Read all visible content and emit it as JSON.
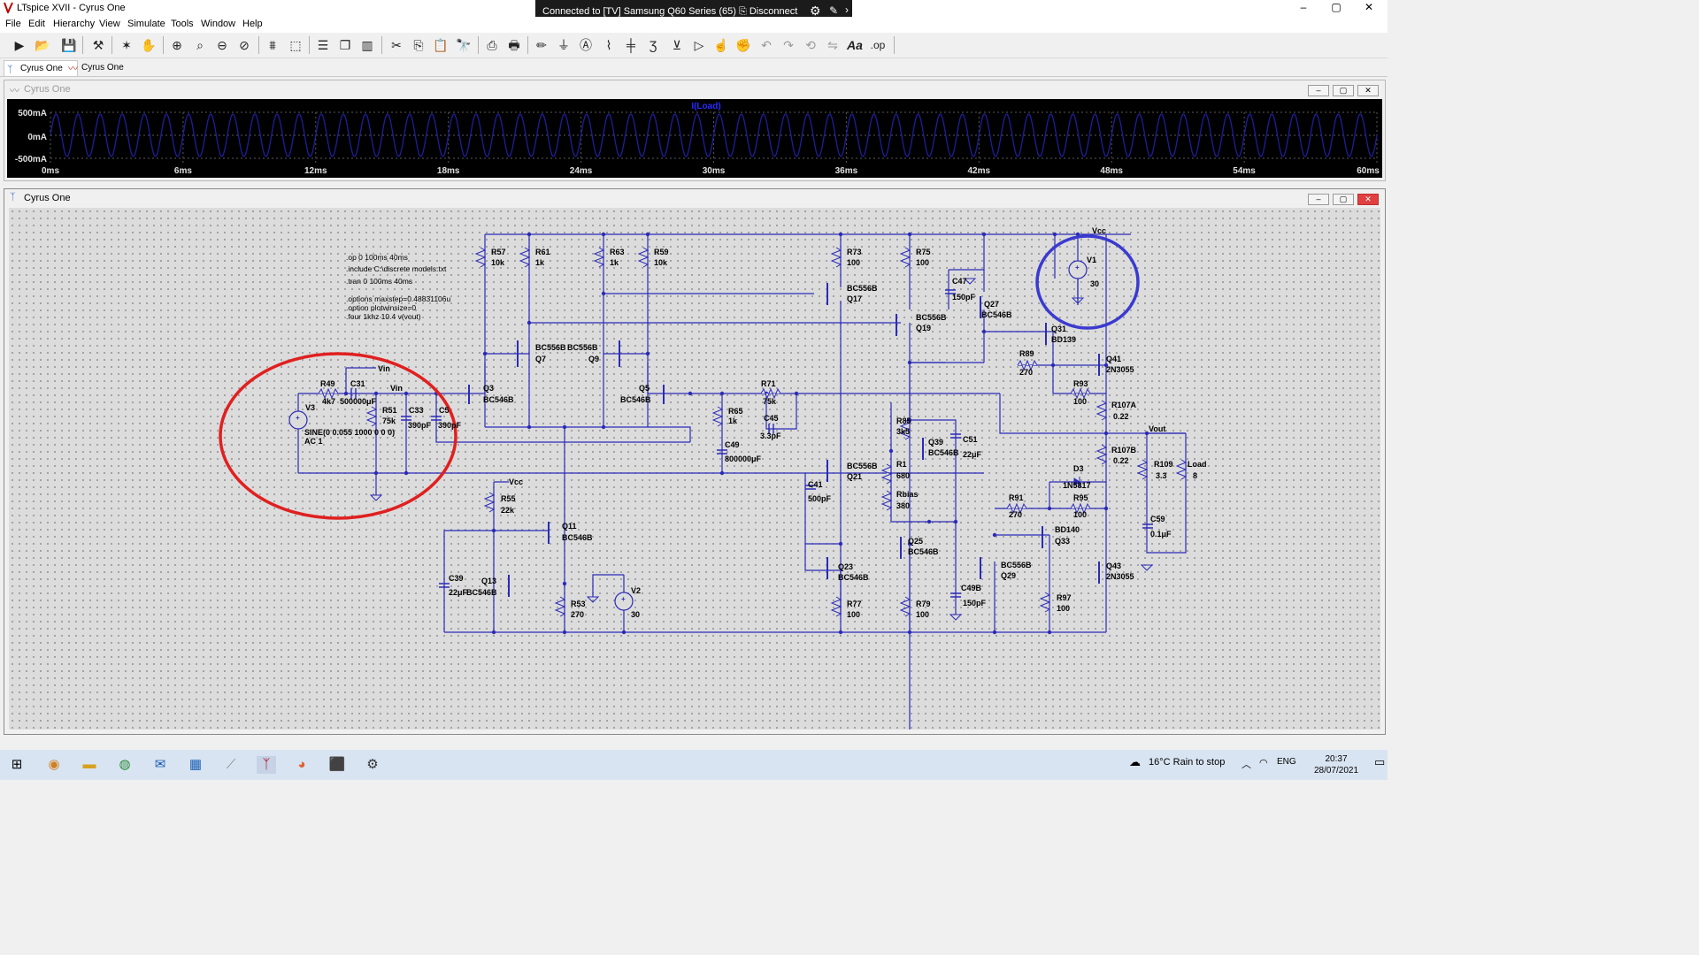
{
  "window": {
    "title": "LTspice XVII - Cyrus One",
    "minimize": "–",
    "maximize": "▢",
    "close": "✕"
  },
  "remote": {
    "connection": "Connected to [TV] Samsung Q60 Series (65)",
    "disconnect": "Disconnect"
  },
  "menu": [
    "File",
    "Edit",
    "Hierarchy",
    "View",
    "Simulate",
    "Tools",
    "Window",
    "Help"
  ],
  "toolbar_icons": [
    "run-icon",
    "open-icon",
    "save-icon",
    "control-panel-icon",
    "halt-icon",
    "pan-icon",
    "zoom-in-icon",
    "zoom-area-icon",
    "zoom-out-icon",
    "zoom-cancel-icon",
    "autorange-icon",
    "zoom-fit-icon",
    "tile-horizontal-icon",
    "cascade-icon",
    "tile-vertical-icon",
    "cut-icon",
    "copy-icon",
    "paste-icon",
    "find-icon",
    "print-setup-icon",
    "print-icon",
    "wire-icon",
    "ground-icon",
    "label-icon",
    "resistor-icon",
    "capacitor-icon",
    "inductor-icon",
    "diode-icon",
    "component-icon",
    "move-icon",
    "drag-icon",
    "undo-icon",
    "redo-icon",
    "rotate-icon",
    "mirror-icon",
    "text-icon",
    "spice-directive-icon"
  ],
  "tabs": [
    {
      "label": "Cyrus One"
    },
    {
      "label": "Cyrus One"
    }
  ],
  "plot_window": {
    "title": "Cyrus One",
    "trace": "I(Load)",
    "y_ticks": [
      "500mA",
      "0mA",
      "-500mA"
    ],
    "x_ticks": [
      "0ms",
      "6ms",
      "12ms",
      "18ms",
      "24ms",
      "30ms",
      "36ms",
      "42ms",
      "48ms",
      "54ms",
      "60ms"
    ],
    "x_range_ms": [
      0,
      60
    ],
    "y_range_mA": [
      -500,
      500
    ],
    "trace_color": "#1e1e9c",
    "cycles": 60
  },
  "schematic_window": {
    "title": "Cyrus One",
    "wire_color": "#2b2bb8",
    "directives": [
      ".op 0 100ms 40ms",
      ".include C:\\discrete models.txt",
      ".tran 0 100ms 40ms",
      ".options maxstep=0.48831106u",
      ".option plotwinsize=0",
      ".four 1khz 10.4 v(vout)"
    ],
    "components": {
      "r57": [
        "R57",
        "10k"
      ],
      "r61": [
        "R61",
        "1k"
      ],
      "r63": [
        "R63",
        "1k"
      ],
      "r59": [
        "R59",
        "10k"
      ],
      "r73": [
        "R73",
        "100"
      ],
      "r75": [
        "R75",
        "100"
      ],
      "q17": [
        "BC556B",
        "Q17"
      ],
      "q19": [
        "BC556B",
        "Q19"
      ],
      "c47": [
        "C47",
        "150pF"
      ],
      "q27": [
        "Q27",
        "BC546B"
      ],
      "v1": [
        "V1",
        "30"
      ],
      "vcc_top": "Vcc",
      "q7": [
        "BC556B",
        "Q7"
      ],
      "q9": [
        "BC556B",
        "Q9"
      ],
      "q31": [
        "Q31",
        "BD139"
      ],
      "q41": [
        "Q41",
        "2N3055"
      ],
      "r89": [
        "R89",
        "270"
      ],
      "r93": [
        "R93",
        "100"
      ],
      "r107a": [
        "R107A",
        "0.22"
      ],
      "r107b": [
        "R107B",
        "0.22"
      ],
      "vin_label": "Vin",
      "vin_label2": "Vin",
      "r49": [
        "R49",
        "4k7"
      ],
      "c31": [
        "C31",
        "500000μF"
      ],
      "v3": "V3",
      "r51": [
        "R51",
        "75k"
      ],
      "c33": [
        "C33",
        "390pF"
      ],
      "c5": [
        "C5",
        "390pF"
      ],
      "v3_source": "SINE(0 0.055 1000 0 0 0)",
      "v3_ac": "AC 1",
      "q3": [
        "Q3",
        "BC546B"
      ],
      "q5": [
        "Q5",
        "BC546B"
      ],
      "r65": [
        "R65",
        "1k"
      ],
      "r71": [
        "R71",
        "75k"
      ],
      "c45": [
        "C45",
        "3.3pF"
      ],
      "c49": [
        "C49",
        "800000μF"
      ],
      "r85": [
        "R85",
        "3k5"
      ],
      "q39": [
        "Q39",
        "BC546B"
      ],
      "c51": [
        "C51",
        "22μF"
      ],
      "r1": [
        "R1",
        "680"
      ],
      "rbias": [
        "Rbias",
        "380"
      ],
      "q21": [
        "BC556B",
        "Q21"
      ],
      "c41": [
        "C41",
        "500pF"
      ],
      "vout": "Vout",
      "r109": [
        "R109",
        "3.3"
      ],
      "load": [
        "Load",
        "8"
      ],
      "c59": [
        "C59",
        "0.1μF"
      ],
      "d3": [
        "D3",
        "1N5817"
      ],
      "r91": [
        "R91",
        "270"
      ],
      "r95": [
        "R95",
        "100"
      ],
      "q33": [
        "BD140",
        "Q33"
      ],
      "vcc2": "Vcc",
      "r55": [
        "R55",
        "22k"
      ],
      "q11": [
        "Q11",
        "BC546B"
      ],
      "c39": [
        "C39",
        "22μF"
      ],
      "q13": [
        "Q13",
        "BC546B"
      ],
      "r53": [
        "R53",
        "270"
      ],
      "v2": [
        "V2",
        "30"
      ],
      "q23": [
        "Q23",
        "BC546B"
      ],
      "q25": [
        "Q25",
        "BC546B"
      ],
      "r77": [
        "R77",
        "100"
      ],
      "r79": [
        "R79",
        "100"
      ],
      "c49b": [
        "C49B",
        "150pF"
      ],
      "q29": [
        "BC556B",
        "Q29"
      ],
      "r97": [
        "R97",
        "100"
      ],
      "q43": [
        "Q43",
        "2N3055"
      ]
    }
  },
  "taskbar": {
    "weather": "16°C  Rain to stop",
    "lang": "ENG",
    "time": "20:37",
    "date": "28/07/2021"
  }
}
